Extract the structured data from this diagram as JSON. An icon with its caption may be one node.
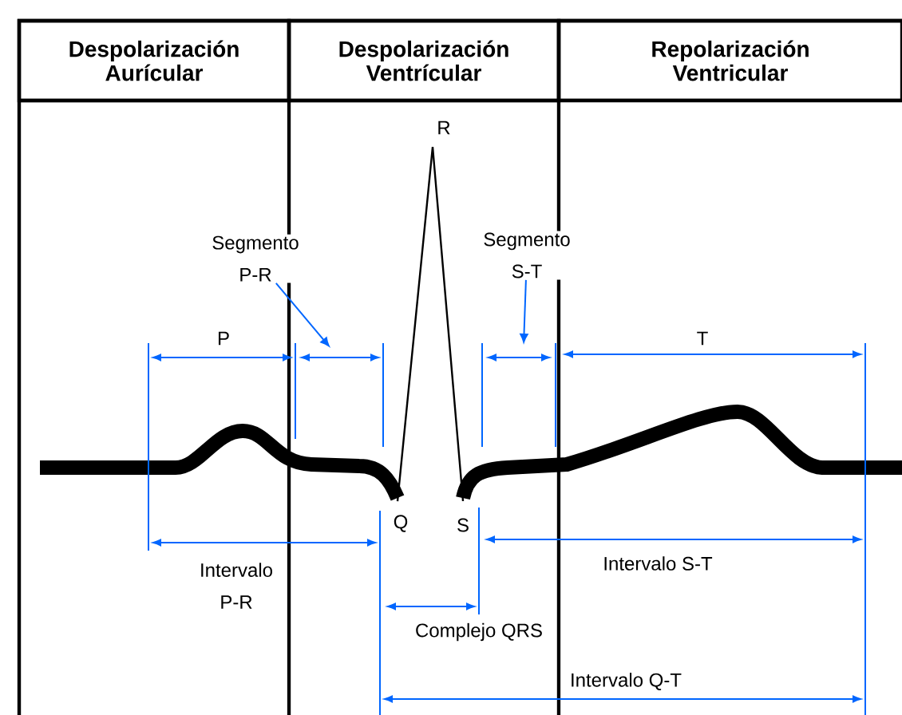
{
  "diagram": {
    "nodes": [
      {
        "text": [
          "Despolarización Aurícular"
        ]
      },
      {
        "text": [
          "Despolarización Ventrícular"
        ]
      },
      {
        "text": [
          "Repolarización Ventricular"
        ]
      },
      {
        "text": [
          "Segmento P-R"
        ]
      },
      {
        "text": [
          "Segmento S-T"
        ]
      }
    ],
    "edges": [
      {
        "from": 3,
        "to": null,
        "arrow": "to"
      },
      {
        "from": 4,
        "to": null,
        "arrow": "to"
      }
    ],
    "labels": [
      "R",
      "P",
      "T",
      "Q",
      "S",
      "Intervalo P-R",
      "Intervalo S-T",
      "Complejo QRS",
      "Intervalo Q-T"
    ]
  }
}
